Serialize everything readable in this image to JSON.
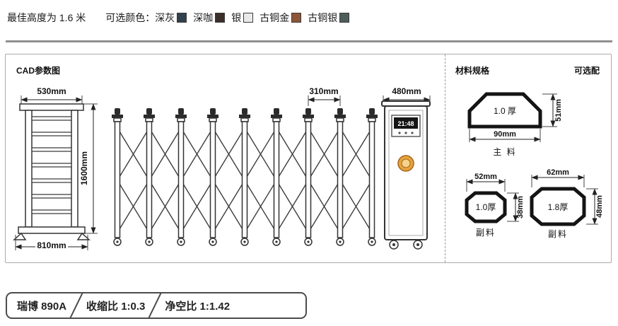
{
  "header": {
    "best_height": "最佳高度为 1.6 米",
    "colors_label": "可选颜色：",
    "colors": [
      {
        "name": "深灰",
        "hex": "#33404d"
      },
      {
        "name": "深咖",
        "hex": "#3c2e29"
      },
      {
        "name": "银",
        "hex": "#e9e9e9"
      },
      {
        "name": "古铜金",
        "hex": "#8d5638"
      },
      {
        "name": "古铜银",
        "hex": "#4f5d5a"
      }
    ]
  },
  "cad": {
    "title": "CAD参数图",
    "dims": {
      "top_width": "530mm",
      "height": "1600mm",
      "bottom_width": "810mm",
      "bay_width": "310mm",
      "head_width": "480mm"
    },
    "clock": "21:48"
  },
  "materials": {
    "title": "材料规格",
    "optional_label": "可选配",
    "main": {
      "thickness": "1.0 厚",
      "width": "90mm",
      "height": "51mm",
      "label": "主 料"
    },
    "subs": [
      {
        "thickness": "1.0厚",
        "width": "52mm",
        "height": "38mm",
        "label": "副料"
      },
      {
        "thickness": "1.8厚",
        "width": "62mm",
        "height": "48mm",
        "label": "副料"
      }
    ]
  },
  "footer": {
    "model": "瑞博 890A",
    "shrink_ratio": "收缩比 1:0.3",
    "clearance_ratio": "净空比 1:1.42"
  }
}
